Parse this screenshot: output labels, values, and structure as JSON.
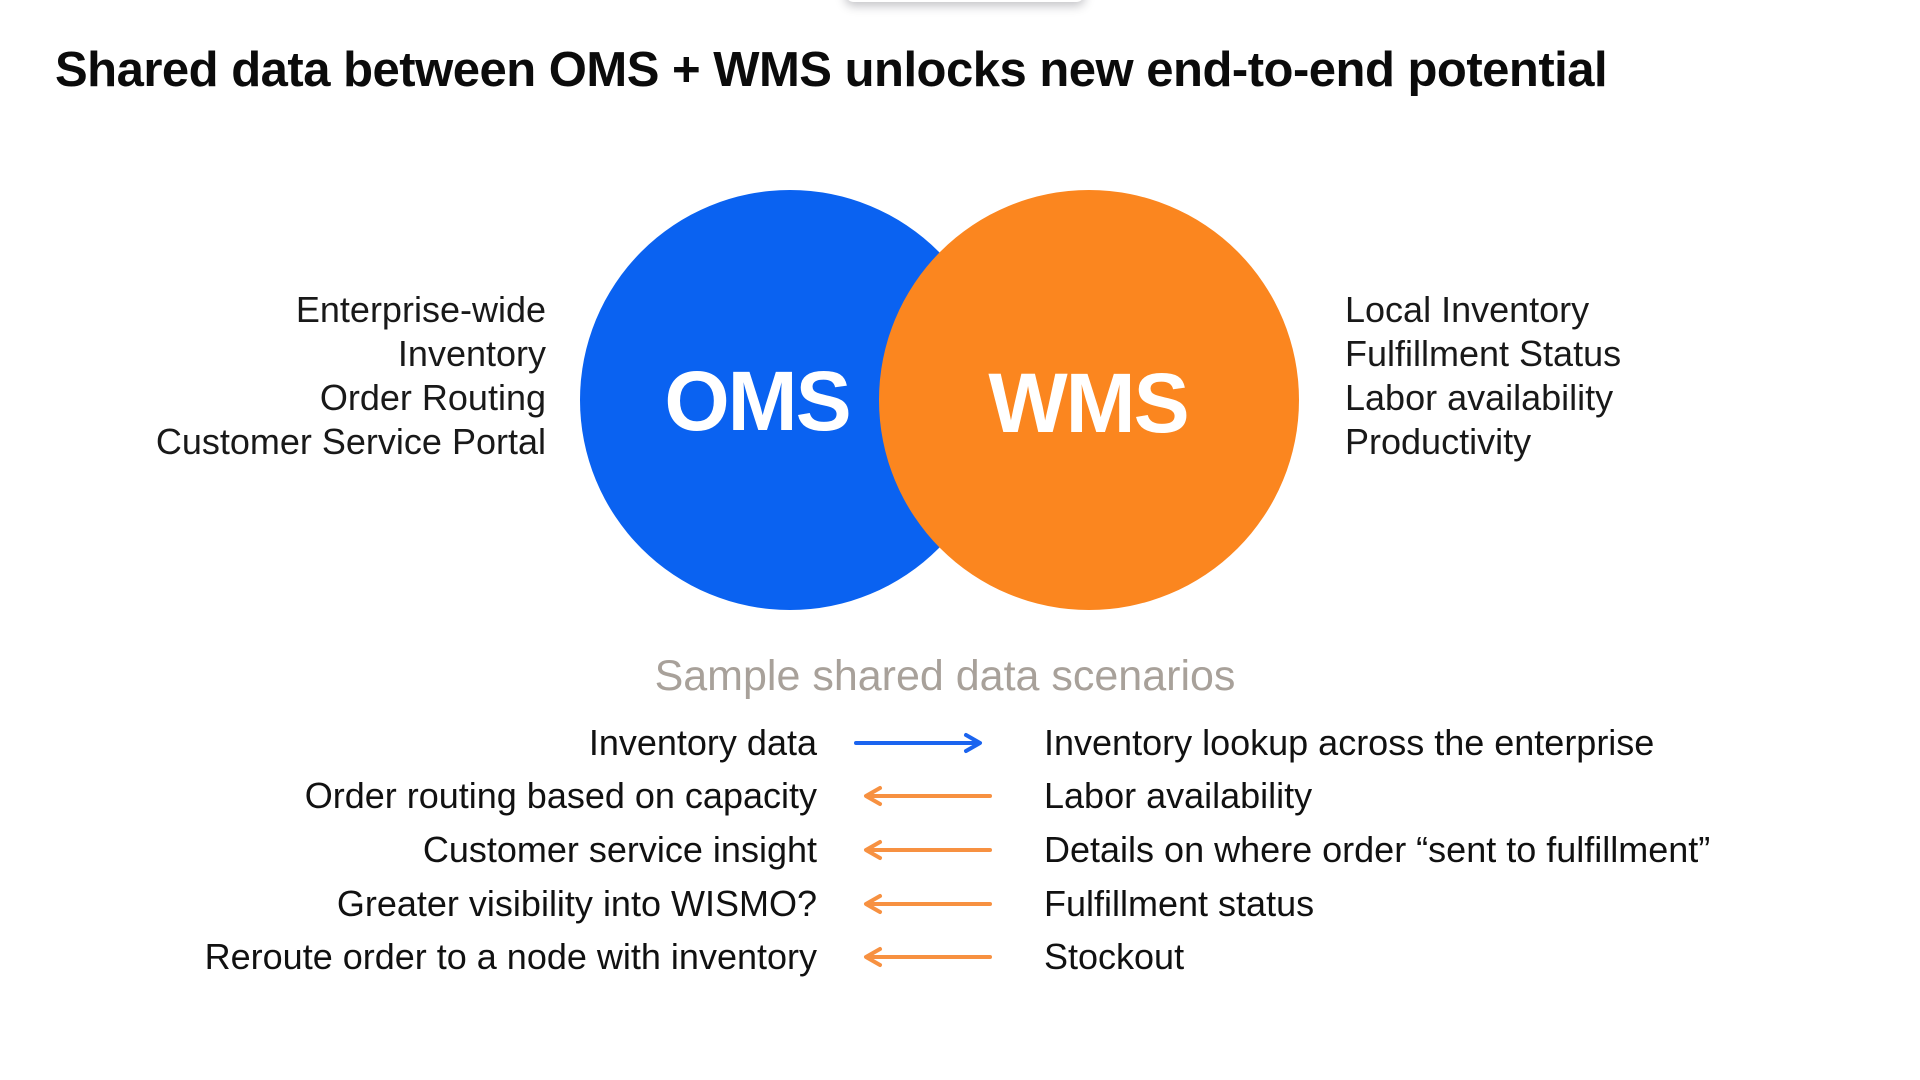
{
  "title": "Shared data between OMS + WMS unlocks new end-to-end potential",
  "venn": {
    "left_system": {
      "name": "OMS",
      "circle_color": "#0a62f1",
      "label_color": "#ffffff",
      "items": [
        "Enterprise-wide",
        "Inventory",
        "Order Routing",
        "Customer Service Portal"
      ]
    },
    "right_system": {
      "name": "WMS",
      "circle_color": "#fb861f",
      "label_color": "#ffffff",
      "items": [
        "Local Inventory",
        "Fulfillment Status",
        "Labor availability",
        "Productivity"
      ]
    }
  },
  "scenarios": {
    "heading": "Sample shared data scenarios",
    "rows": [
      {
        "left": "Inventory data",
        "arrow_direction": "right",
        "arrow_color": "#1b64ef",
        "right": "Inventory lookup across the enterprise"
      },
      {
        "left": "Order routing based on capacity",
        "arrow_direction": "left",
        "arrow_color": "#f79141",
        "right": "Labor availability"
      },
      {
        "left": "Customer service insight",
        "arrow_direction": "left",
        "arrow_color": "#f79141",
        "right": "Details on where order “sent to fulfillment”"
      },
      {
        "left": "Greater visibility into WISMO?",
        "arrow_direction": "left",
        "arrow_color": "#f79141",
        "right": "Fulfillment status"
      },
      {
        "left": "Reroute order to a node with inventory",
        "arrow_direction": "left",
        "arrow_color": "#f79141",
        "right": "Stockout"
      }
    ]
  },
  "colors": {
    "blue_circle": "#0a62f1",
    "orange_circle": "#fb861f",
    "arrow_blue": "#1b64ef",
    "arrow_orange": "#f79141",
    "heading_gray": "#a8a19a",
    "text_dark": "#161616"
  }
}
